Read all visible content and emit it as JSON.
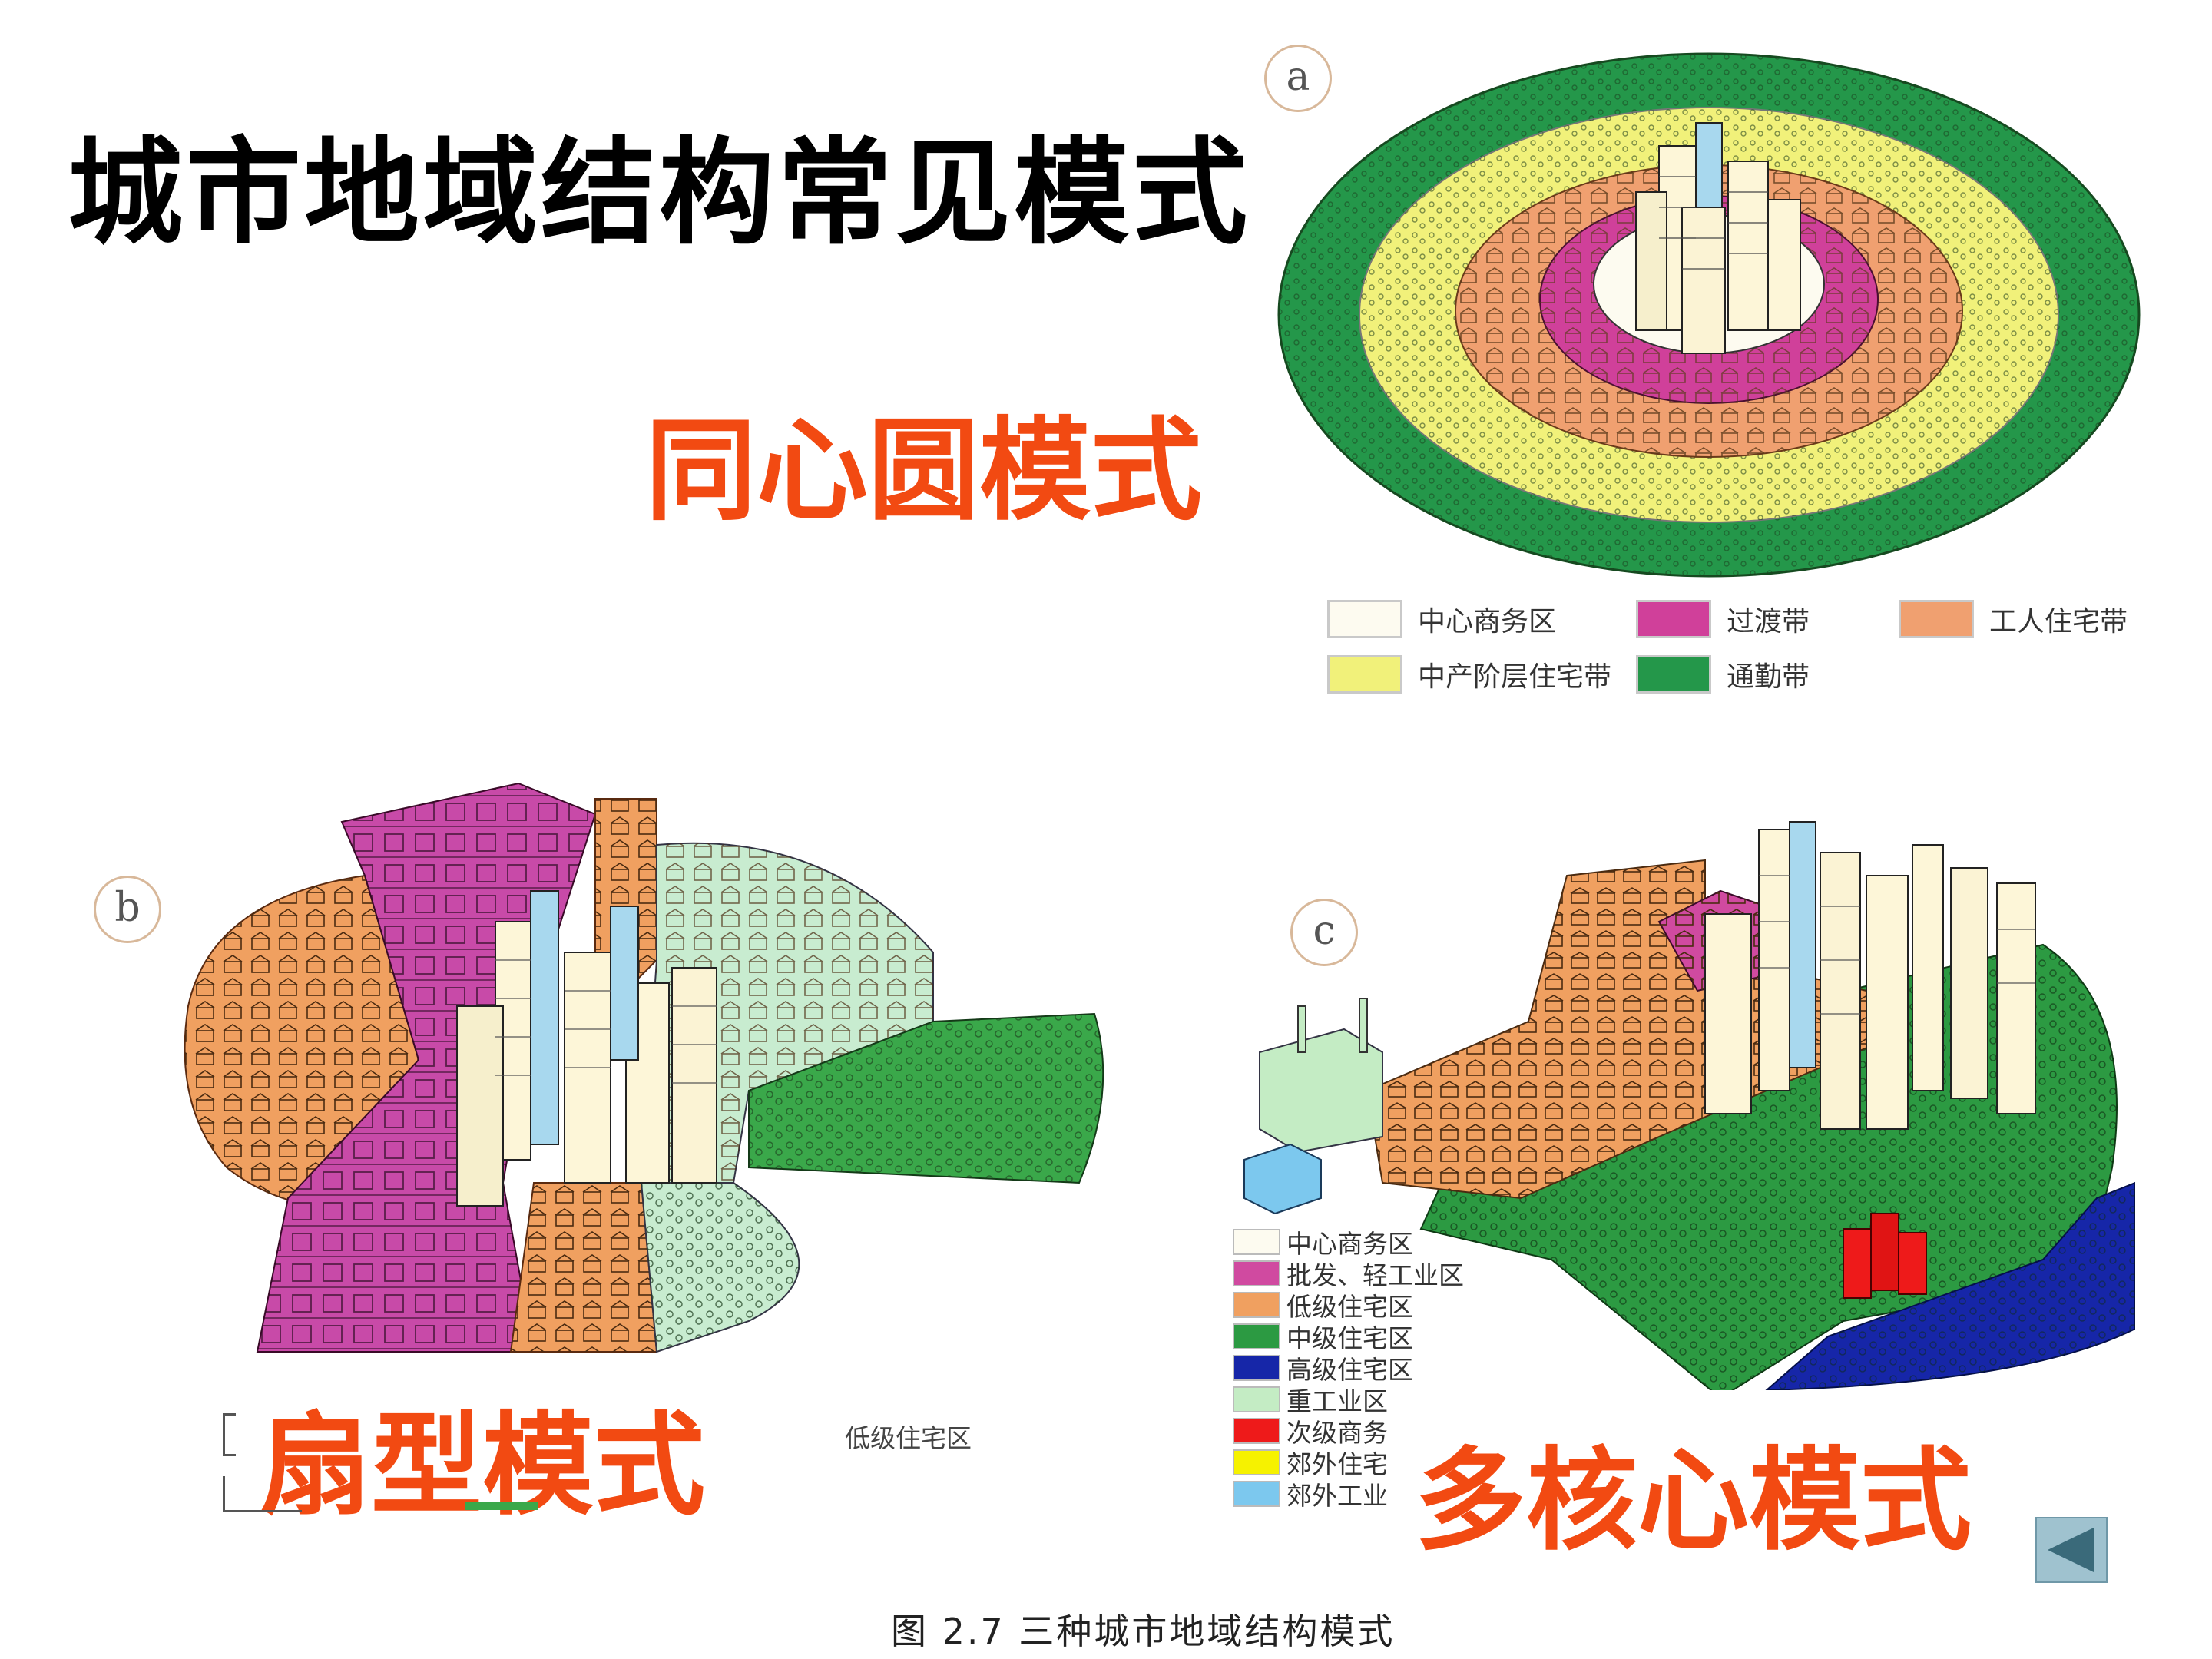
{
  "slide": {
    "title": "城市地域结构常见模式",
    "caption": "图 2.7   三种城市地域结构模式"
  },
  "models": {
    "concentric": "同心圆模式",
    "sector": "扇型模式",
    "multiple_nuclei": "多核心模式"
  },
  "panels": {
    "a": "a",
    "b": "b",
    "c": "c"
  },
  "legend_a": [
    {
      "label": "中心商务区",
      "color": "#fdfbf0"
    },
    {
      "label": "过渡带",
      "color": "#d0409a"
    },
    {
      "label": "工人住宅带",
      "color": "#f0a070"
    },
    {
      "label": "中产阶层住宅带",
      "color": "#f1f17a"
    },
    {
      "label": "通勤带",
      "color": "#24974a"
    }
  ],
  "legend_c": [
    {
      "label": "中心商务区",
      "color": "#fdfbf0"
    },
    {
      "label": "批发、轻工业区",
      "color": "#d04aa0"
    },
    {
      "label": "低级住宅区",
      "color": "#f0a060"
    },
    {
      "label": "中级住宅区",
      "color": "#2c9a42"
    },
    {
      "label": "高级住宅区",
      "color": "#1626a8"
    },
    {
      "label": "重工业区",
      "color": "#c4ecc4"
    },
    {
      "label": "次级商务",
      "color": "#ee1a1a"
    },
    {
      "label": "郊外住宅",
      "color": "#f6f200"
    },
    {
      "label": "郊外工业",
      "color": "#7cc8ee"
    }
  ],
  "stray_label": "低级住宅区",
  "nav": {
    "back_icon": "back-arrow-icon"
  }
}
